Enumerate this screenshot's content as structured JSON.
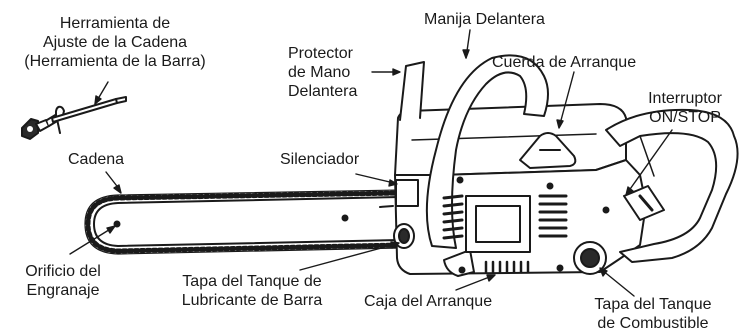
{
  "labels": {
    "tool": [
      "Herramienta de",
      "Ajuste de la Cadena",
      "(Herramienta de la Barra)"
    ],
    "front_handle": [
      "Manija Delantera"
    ],
    "hand_guard": [
      "Protector",
      "de Mano",
      "Delantera"
    ],
    "starter_cord": [
      "Cuerda de Arranque"
    ],
    "switch": [
      "Interruptor",
      "ON/STOP"
    ],
    "chain": [
      "Cadena"
    ],
    "muffler": [
      "Silenciador"
    ],
    "sprocket_hole": [
      "Orificio del",
      "Engranaje"
    ],
    "oil_cap": [
      "Tapa del Tanque de",
      "Lubricante de Barra"
    ],
    "starter_housing": [
      "Caja del Arranque"
    ],
    "fuel_cap": [
      "Tapa del Tanque",
      "de Combustible"
    ]
  },
  "colors": {
    "line": "#1a1a1a",
    "background": "#ffffff",
    "fill": "#ffffff",
    "dark": "#2a2a2a"
  }
}
